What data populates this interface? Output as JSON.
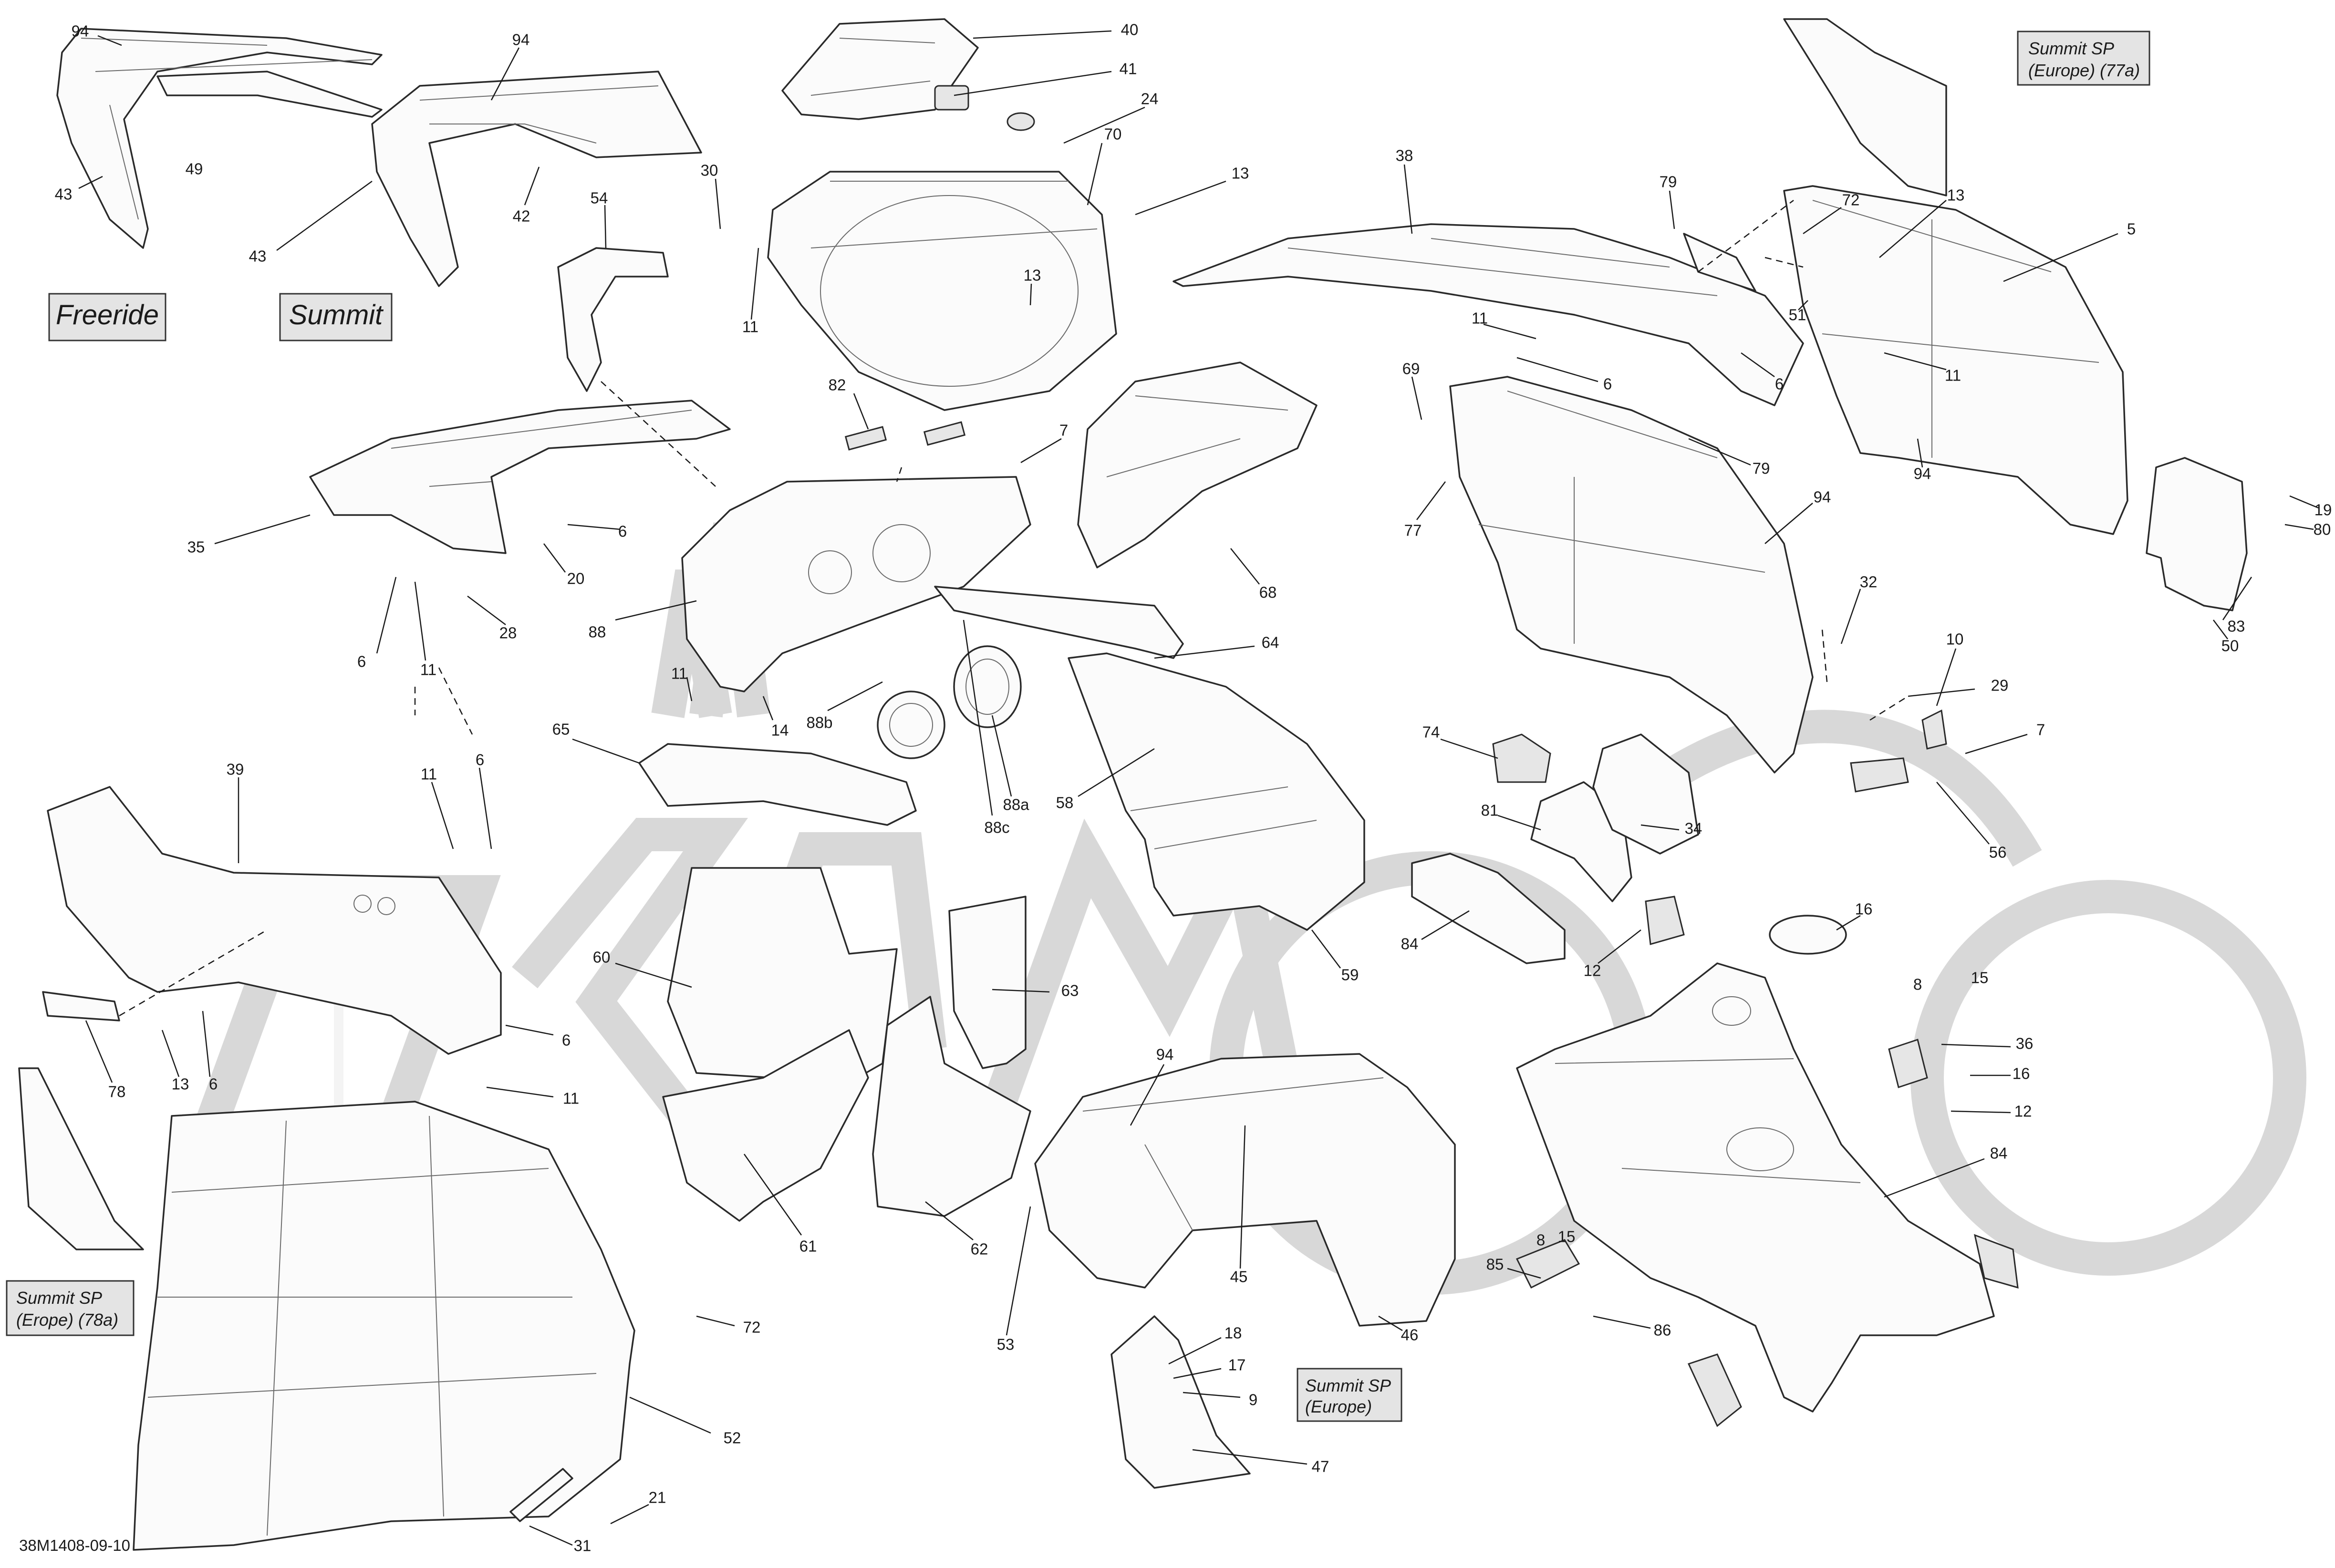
{
  "diagram": {
    "code": "38M1408-09-10",
    "variant_boxes": {
      "freeride": "Freeride",
      "summit": "Summit",
      "summit_sp_77a_l1": "Summit SP",
      "summit_sp_77a_l2": "(Europe) (77a)",
      "summit_sp_78a_l1": "Summit SP",
      "summit_sp_78a_l2": "(Erope) (78a)",
      "summit_sp_eu_l1": "Summit SP",
      "summit_sp_eu_l2": "(Europe)"
    },
    "callouts": [
      "94",
      "43",
      "49",
      "94",
      "43",
      "42",
      "54",
      "40",
      "41",
      "24",
      "30",
      "70",
      "13",
      "11",
      "13",
      "82",
      "7",
      "35",
      "6",
      "20",
      "28",
      "6",
      "11",
      "88",
      "11",
      "14",
      "88b",
      "88c",
      "88a",
      "64",
      "68",
      "65",
      "39",
      "11",
      "6",
      "58",
      "59",
      "60",
      "63",
      "13",
      "6",
      "78",
      "6",
      "11",
      "61",
      "62",
      "94",
      "53",
      "45",
      "46",
      "72",
      "52",
      "18",
      "17",
      "9",
      "47",
      "21",
      "31",
      "38",
      "11",
      "6",
      "13",
      "6",
      "11",
      "79",
      "94",
      "69",
      "77",
      "94",
      "79",
      "51",
      "72",
      "5",
      "32",
      "10",
      "29",
      "7",
      "56",
      "19",
      "80",
      "50",
      "83",
      "74",
      "81",
      "34",
      "84",
      "12",
      "16",
      "8",
      "15",
      "36",
      "16",
      "12",
      "84",
      "8",
      "15",
      "85",
      "86"
    ]
  }
}
